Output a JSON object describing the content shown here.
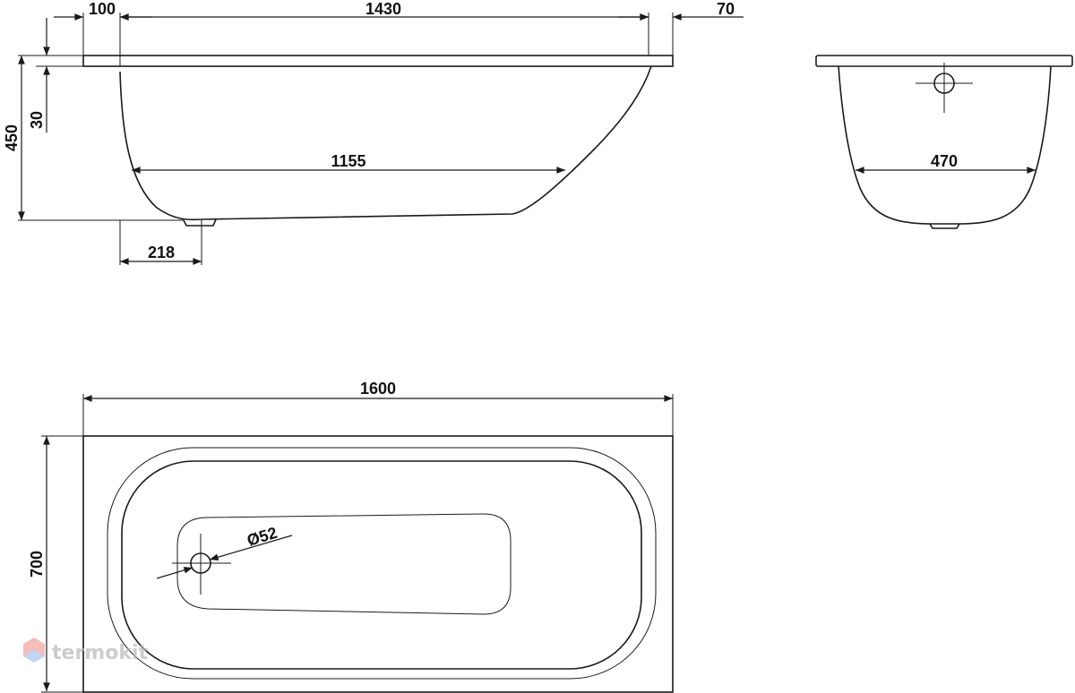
{
  "side_view": {
    "rim_left": "100",
    "top_length": "1430",
    "rim_right": "70",
    "height": "450",
    "rim_thickness": "30",
    "bottom_length": "1155",
    "drain_offset": "218"
  },
  "end_view": {
    "bottom_width": "470"
  },
  "top_view": {
    "length": "1600",
    "width": "700",
    "drain_diameter": "Ø52"
  },
  "watermark": {
    "text": "termokit"
  }
}
